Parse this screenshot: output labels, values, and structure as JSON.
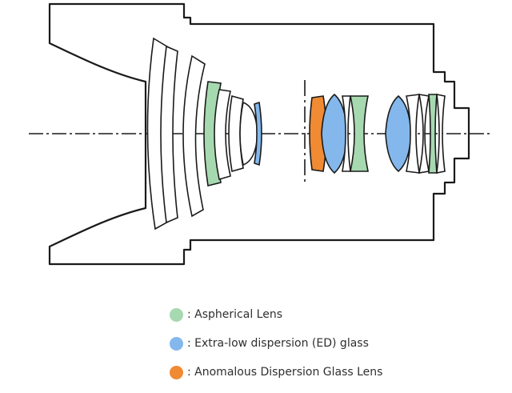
{
  "colors": {
    "outline": "#1a1a1a",
    "aspherical": "#a6d9b0",
    "ed": "#84b8ec",
    "anomalous": "#f08a33",
    "background": "#ffffff"
  },
  "legend": [
    {
      "color_key": "aspherical",
      "label": ": Aspherical Lens"
    },
    {
      "color_key": "ed",
      "label": ": Extra-low dispersion (ED) glass"
    },
    {
      "color_key": "anomalous",
      "label": ": Anomalous Dispersion Glass Lens"
    }
  ]
}
